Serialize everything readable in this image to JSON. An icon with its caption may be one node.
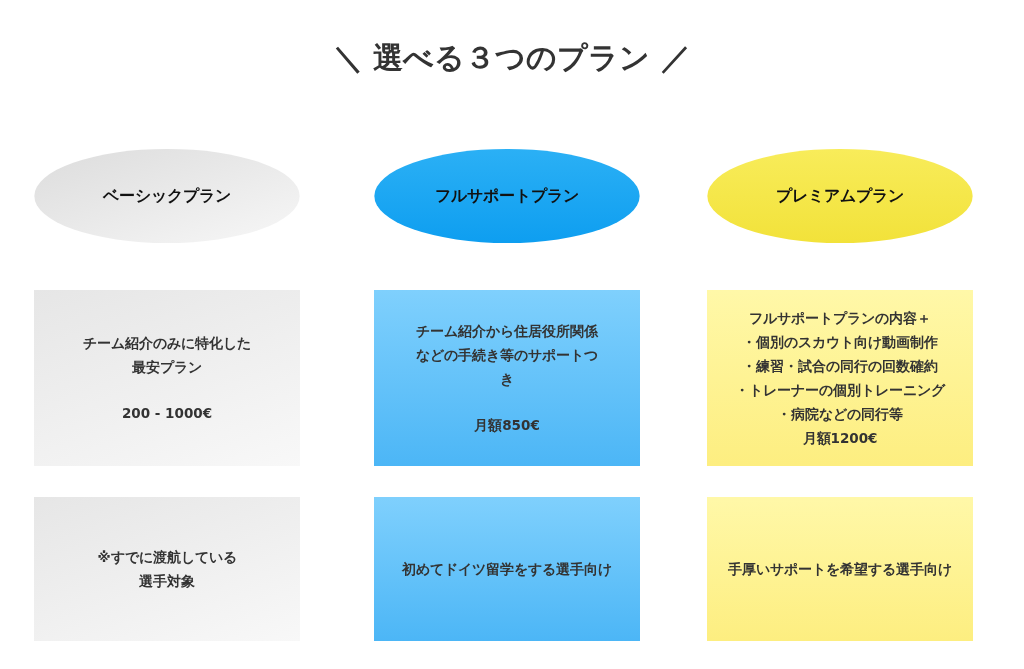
{
  "diagram": {
    "title": "＼ 選べる３つのプラン ／",
    "nodes": [
      {
        "text": [
          "ベーシックプラン"
        ]
      },
      {
        "text": [
          "フルサポートプラン"
        ]
      },
      {
        "text": [
          "プレミアムプラン"
        ]
      },
      {
        "text": [
          "チーム紹介のみに特化した最安プラン",
          "200 - 1000€"
        ]
      },
      {
        "text": [
          "チーム紹介から住居役所関係などの手続き等のサポートつき",
          "月額850€"
        ]
      },
      {
        "text": [
          "フルサポートプランの内容＋",
          "・個別のスカウト向け動画制作",
          "・練習・試合の同行の回数確約",
          "・トレーナーの個別トレーニング",
          "・病院などの同行等",
          "月額1200€"
        ]
      },
      {
        "text": [
          "※すでに渡航している選手対象"
        ]
      },
      {
        "text": [
          "初めてドイツ留学をする選手向け"
        ]
      },
      {
        "text": [
          "手厚いサポートを希望する選手向け"
        ]
      }
    ],
    "edges": []
  }
}
